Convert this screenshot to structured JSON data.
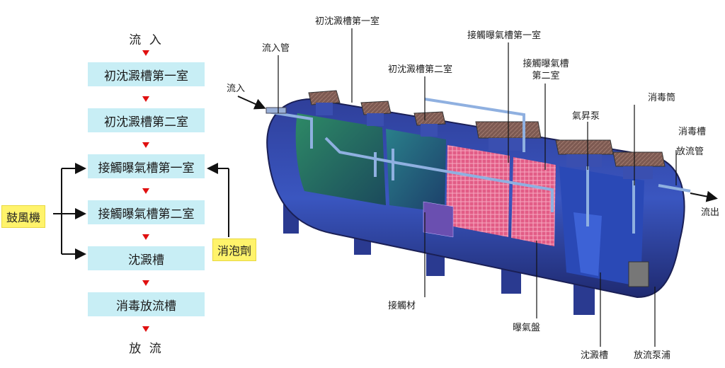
{
  "flowchart": {
    "start": "流 入",
    "steps": [
      "初沈澱槽第一室",
      "初沈澱槽第二室",
      "接觸曝氣槽第一室",
      "接觸曝氣槽第二室",
      "沈澱槽",
      "消毒放流槽"
    ],
    "end": "放 流",
    "blower_label": "鼓風機",
    "defoamer_label": "消泡劑"
  },
  "diagram": {
    "labels": {
      "inflow": "流入",
      "inlet_pipe": "流入管",
      "primary_settling_1": "初沈澱槽第一室",
      "primary_settling_2": "初沈澱槽第二室",
      "contact_aeration_1": "接觸曝氣槽第一室",
      "contact_aeration_2_line1": "接觸曝氣槽",
      "contact_aeration_2_line2": "第二室",
      "airlift_pump": "氣昇泵",
      "disinfection_cylinder": "消毒筒",
      "disinfection_tank": "消毒槽",
      "discharge_pipe": "放流管",
      "outflow": "流出",
      "contact_media": "接觸材",
      "aeration_disk": "曝氣盤",
      "settling_tank": "沈澱槽",
      "discharge_pump": "放流泵浦"
    }
  }
}
